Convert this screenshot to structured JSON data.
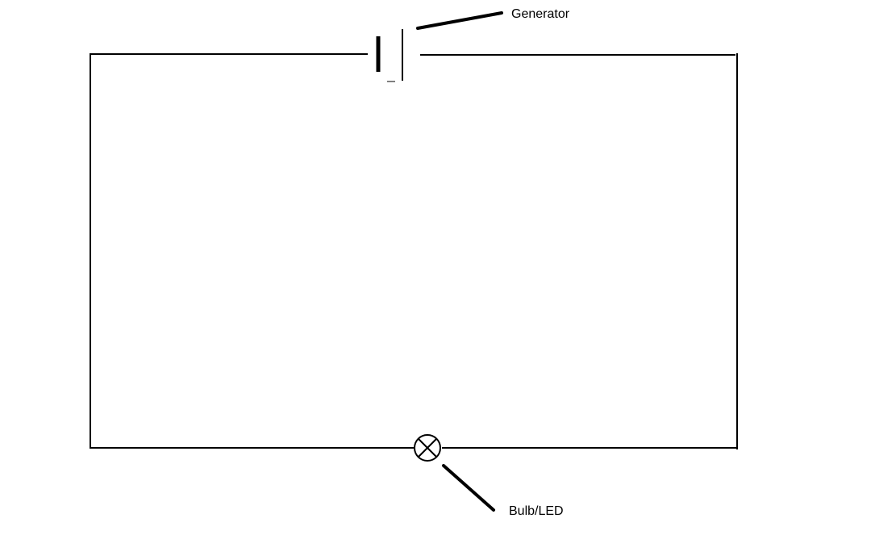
{
  "diagram": {
    "type": "circuit",
    "components": [
      {
        "id": "generator",
        "symbol": "cell",
        "label": "Generator"
      },
      {
        "id": "bulb",
        "symbol": "lamp",
        "label": "Bulb/LED"
      }
    ],
    "line_color": "#000000",
    "background": "#ffffff"
  }
}
